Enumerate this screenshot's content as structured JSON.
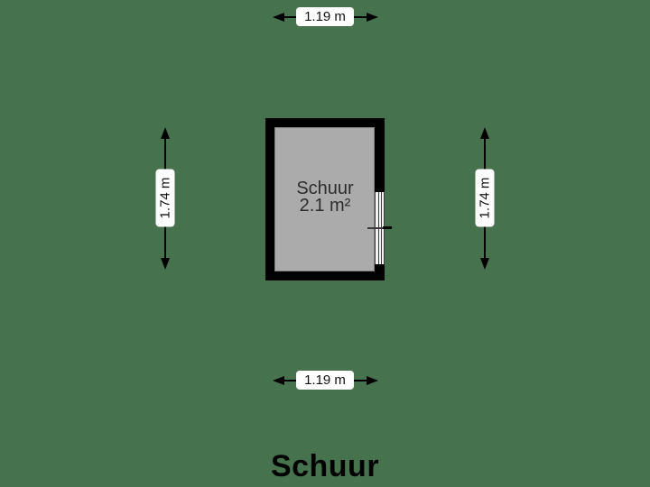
{
  "title": "Schuur",
  "colors": {
    "background": "#47724e",
    "wall": "#000000",
    "floor": "#ababab",
    "dimension_line": "#000000",
    "label_background": "#ffffff",
    "label_text": "#111111",
    "room_text": "#2d2d2d"
  },
  "room": {
    "name": "Schuur",
    "area": "2.1 m²"
  },
  "dimensions": {
    "width_top": "1.19 m",
    "width_bottom": "1.19 m",
    "height_left": "1.74 m",
    "height_right": "1.74 m"
  },
  "window": {
    "wall": "right"
  }
}
